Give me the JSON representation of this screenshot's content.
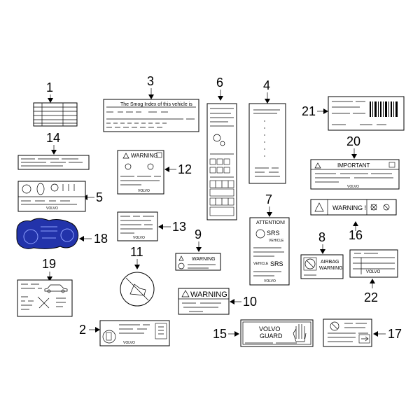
{
  "colors": {
    "highlight": "#2233aa",
    "line": "#000000",
    "background": "#ffffff"
  },
  "callouts": [
    "1",
    "2",
    "3",
    "4",
    "5",
    "6",
    "7",
    "8",
    "9",
    "10",
    "11",
    "12",
    "13",
    "14",
    "15",
    "16",
    "17",
    "18",
    "19",
    "20",
    "21",
    "22"
  ],
  "label_texts": {
    "smog_index": "The Smog Index of this vehicle is",
    "warning": "WARNING",
    "warning_excl": "WARNING !",
    "warning_big": "WARNING",
    "important": "IMPORTANT",
    "attention": "ATTENTION!",
    "srs": "SRS",
    "vehicle": "VEHICLE",
    "airbag": "AIRBAG",
    "airbag_warning": "WARNING",
    "volvo": "VOLVO",
    "guard": "GUARD",
    "volvo_guard_brand": "VOLVO"
  },
  "icons": [
    "warning-triangle-icon",
    "no-child-seat-icon",
    "hand-stop-icon",
    "arrow-right-icon",
    "car-silhouette-icon",
    "fuel-pump-icon",
    "airbag-child-icon",
    "fan-icon"
  ]
}
